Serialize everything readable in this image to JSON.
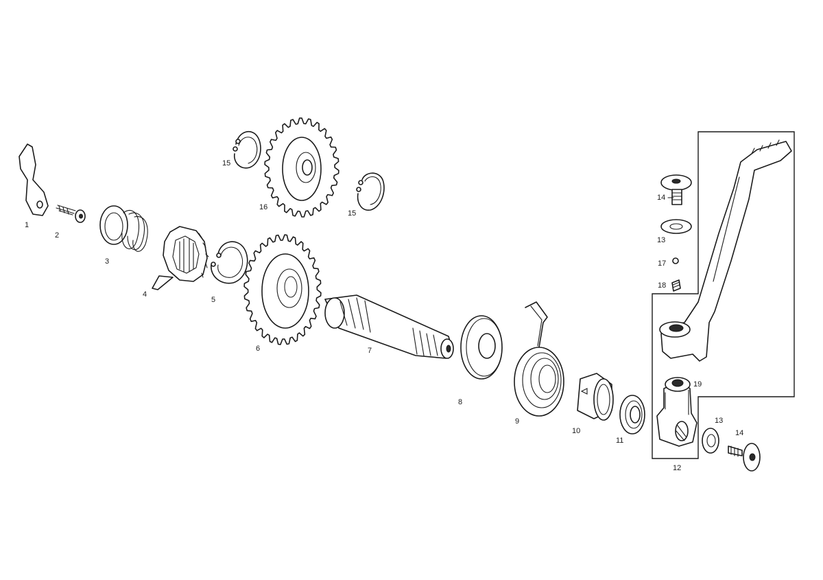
{
  "callouts": {
    "c1": "1",
    "c2": "2",
    "c3": "3",
    "c4": "4",
    "c5": "5",
    "c6": "6",
    "c7": "7",
    "c8": "8",
    "c9": "9",
    "c10": "10",
    "c11": "11",
    "c12": "12",
    "c13a": "13",
    "c13b": "13",
    "c14a": "14",
    "c14b": "14",
    "c15a": "15",
    "c15b": "15",
    "c16": "16",
    "c17": "17",
    "c18": "18",
    "c19": "19"
  }
}
